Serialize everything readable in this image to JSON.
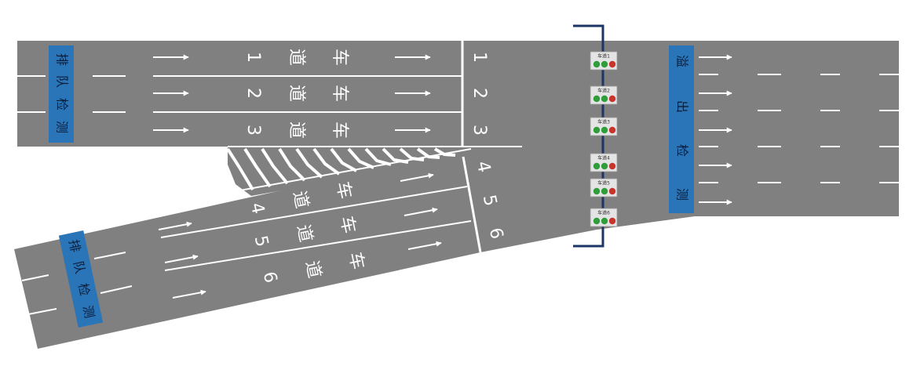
{
  "colors": {
    "road": "#808080",
    "marking": "#ffffff",
    "badge": "#2a74b8",
    "badge_text": "#0b1e3a",
    "bracket": "#1b3564",
    "signal_green": "#2f9e3a",
    "signal_red": "#c8332c"
  },
  "queue_detection": {
    "characters": [
      "排",
      "队",
      "检",
      "测"
    ]
  },
  "overflow_detection": {
    "characters": [
      "溢",
      "出",
      "检",
      "测"
    ]
  },
  "lanes": [
    {
      "number": "1",
      "chars": [
        "车",
        "道"
      ]
    },
    {
      "number": "2",
      "chars": [
        "车",
        "道"
      ]
    },
    {
      "number": "3",
      "chars": [
        "车",
        "道"
      ]
    },
    {
      "number": "4",
      "chars": [
        "车",
        "道"
      ]
    },
    {
      "number": "5",
      "chars": [
        "车",
        "道"
      ]
    },
    {
      "number": "6",
      "chars": [
        "车",
        "道"
      ]
    }
  ],
  "stopline_numbers": [
    "1",
    "2",
    "3",
    "4",
    "5",
    "6"
  ],
  "signals": [
    {
      "label": "车道1",
      "lights": [
        "green",
        "green",
        "red"
      ]
    },
    {
      "label": "车道2",
      "lights": [
        "green",
        "green",
        "red"
      ]
    },
    {
      "label": "车道3",
      "lights": [
        "green",
        "green",
        "red"
      ]
    },
    {
      "label": "车道4",
      "lights": [
        "green",
        "green",
        "red"
      ]
    },
    {
      "label": "车道5",
      "lights": [
        "green",
        "green",
        "red"
      ]
    },
    {
      "label": "车道6",
      "lights": [
        "green",
        "green",
        "red"
      ]
    }
  ]
}
